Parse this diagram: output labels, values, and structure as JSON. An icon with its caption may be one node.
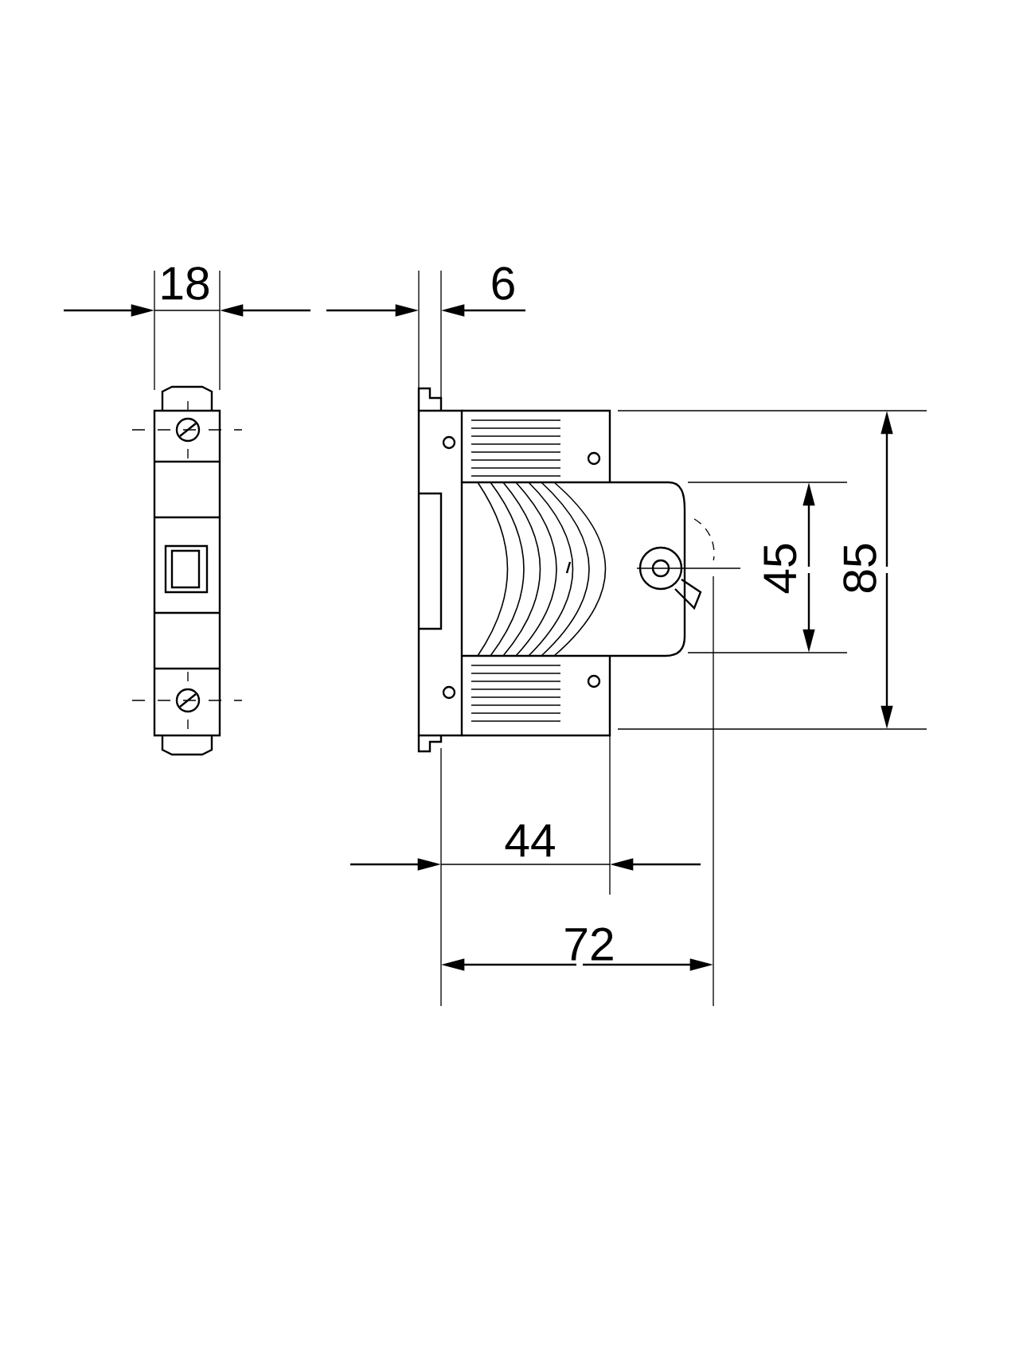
{
  "diagram": {
    "labels": [
      "18",
      "6",
      "45",
      "85",
      "44",
      "72"
    ]
  }
}
